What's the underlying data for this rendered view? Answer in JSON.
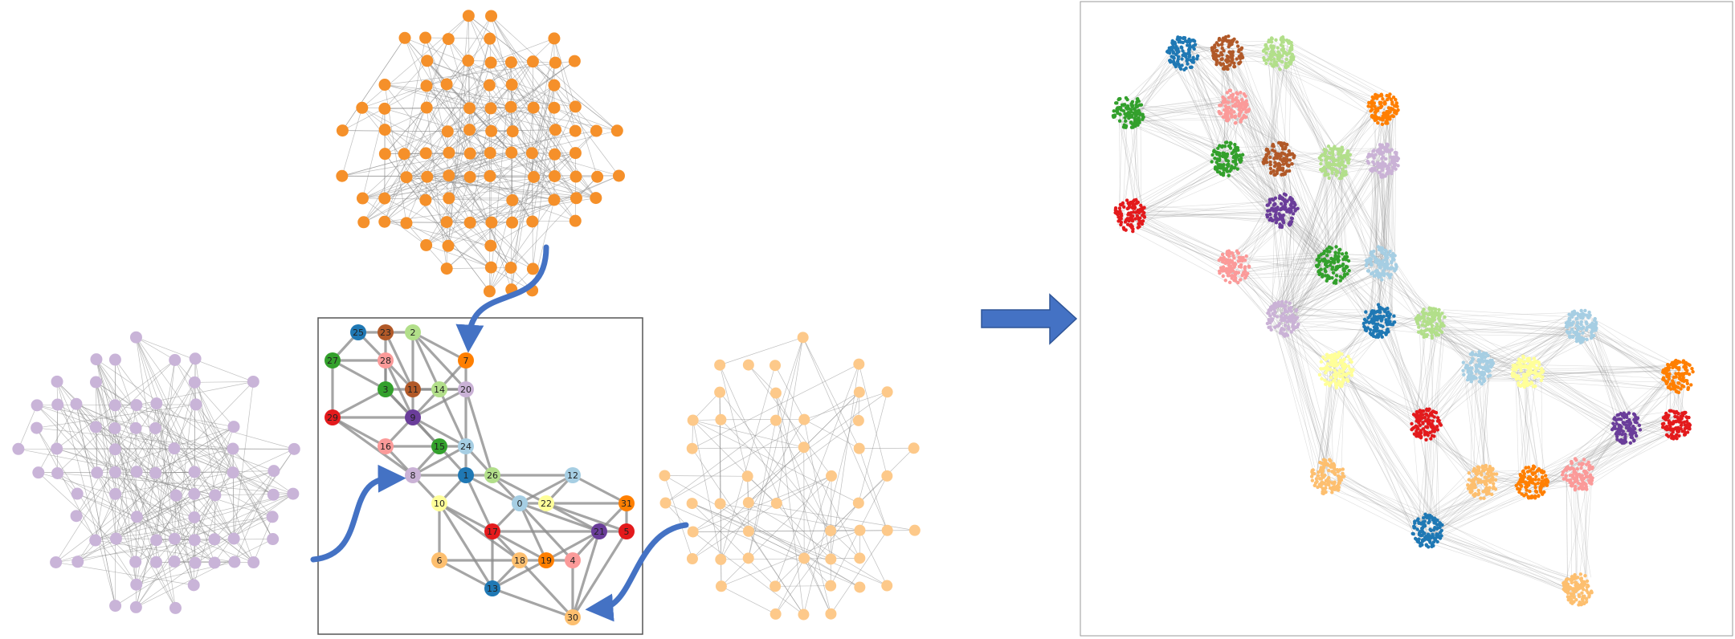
{
  "colors": {
    "edge": "#8a8a8a",
    "frame": "#555555",
    "arrow": "#4472c4",
    "top_cluster": "#f5902a",
    "left_cluster": "#c9b4d8",
    "right_cluster": "#fdc98a"
  },
  "icons": {
    "curved_arrow": "curved-arrow-icon",
    "block_arrow": "block-arrow-right-icon"
  },
  "coarse_graph": {
    "nodes": [
      {
        "id": "0",
        "color": "#a6cee3"
      },
      {
        "id": "1",
        "color": "#1f78b4"
      },
      {
        "id": "2",
        "color": "#b2df8a"
      },
      {
        "id": "3",
        "color": "#33a02c"
      },
      {
        "id": "4",
        "color": "#fb9a99"
      },
      {
        "id": "5",
        "color": "#e31a1c"
      },
      {
        "id": "6",
        "color": "#fdbf6f"
      },
      {
        "id": "7",
        "color": "#ff7f00"
      },
      {
        "id": "8",
        "color": "#cab2d6"
      },
      {
        "id": "9",
        "color": "#6a3d9a"
      },
      {
        "id": "10",
        "color": "#ffff99"
      },
      {
        "id": "11",
        "color": "#b15928"
      },
      {
        "id": "12",
        "color": "#a6cee3"
      },
      {
        "id": "13",
        "color": "#1f78b4"
      },
      {
        "id": "14",
        "color": "#b2df8a"
      },
      {
        "id": "15",
        "color": "#33a02c"
      },
      {
        "id": "16",
        "color": "#fb9a99"
      },
      {
        "id": "17",
        "color": "#e31a1c"
      },
      {
        "id": "18",
        "color": "#fdbf6f"
      },
      {
        "id": "19",
        "color": "#ff7f00"
      },
      {
        "id": "20",
        "color": "#cab2d6"
      },
      {
        "id": "21",
        "color": "#6a3d9a"
      },
      {
        "id": "22",
        "color": "#ffff99"
      },
      {
        "id": "23",
        "color": "#b15928"
      },
      {
        "id": "24",
        "color": "#a6cee3"
      },
      {
        "id": "25",
        "color": "#1f78b4"
      },
      {
        "id": "26",
        "color": "#b2df8a"
      },
      {
        "id": "27",
        "color": "#33a02c"
      },
      {
        "id": "28",
        "color": "#fb9a99"
      },
      {
        "id": "29",
        "color": "#e31a1c"
      },
      {
        "id": "30",
        "color": "#fdbf6f"
      },
      {
        "id": "31",
        "color": "#ff7f00"
      }
    ]
  },
  "fine_graph": {
    "clusters": [
      {
        "color": "#1f78b4"
      },
      {
        "color": "#b15928"
      },
      {
        "color": "#b2df8a"
      },
      {
        "color": "#33a02c"
      },
      {
        "color": "#fb9a99"
      },
      {
        "color": "#ff7f00"
      },
      {
        "color": "#33a02c"
      },
      {
        "color": "#b15928"
      },
      {
        "color": "#b2df8a"
      },
      {
        "color": "#cab2d6"
      },
      {
        "color": "#e31a1c"
      },
      {
        "color": "#6a3d9a"
      },
      {
        "color": "#fb9a99"
      },
      {
        "color": "#33a02c"
      },
      {
        "color": "#a6cee3"
      },
      {
        "color": "#cab2d6"
      },
      {
        "color": "#1f78b4"
      },
      {
        "color": "#b2df8a"
      },
      {
        "color": "#a6cee3"
      },
      {
        "color": "#ffff99"
      },
      {
        "color": "#a6cee3"
      },
      {
        "color": "#ffff99"
      },
      {
        "color": "#ff7f00"
      },
      {
        "color": "#e31a1c"
      },
      {
        "color": "#6a3d9a"
      },
      {
        "color": "#e31a1c"
      },
      {
        "color": "#fdbf6f"
      },
      {
        "color": "#fdbf6f"
      },
      {
        "color": "#ff7f00"
      },
      {
        "color": "#fb9a99"
      },
      {
        "color": "#1f78b4"
      },
      {
        "color": "#fdbf6f"
      }
    ]
  }
}
